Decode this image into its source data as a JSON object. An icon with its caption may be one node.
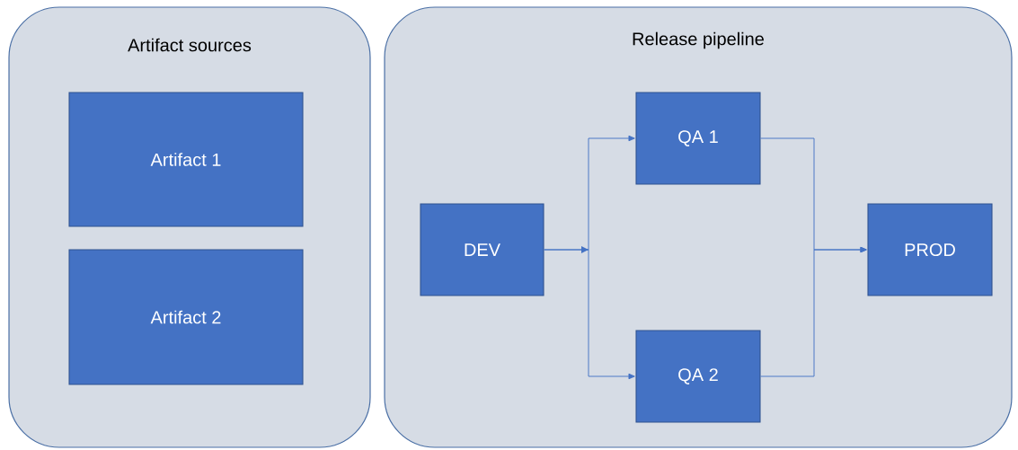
{
  "diagram": {
    "nodes": [
      {
        "text": [
          "Artifact sources"
        ]
      },
      {
        "text": [
          "Artifact 1"
        ],
        "in": 0
      },
      {
        "text": [
          "Artifact 2"
        ],
        "in": 0
      },
      {
        "text": [
          "Release pipeline"
        ]
      },
      {
        "text": [
          "DEV"
        ],
        "in": 3
      },
      {
        "text": [
          "QA 1"
        ],
        "in": 3
      },
      {
        "text": [
          "QA 2"
        ],
        "in": 3
      },
      {
        "text": [
          "PROD"
        ],
        "in": 3
      }
    ],
    "edges": [
      {
        "from": 4,
        "to": 5,
        "arrow": "to"
      },
      {
        "from": 4,
        "to": 6,
        "arrow": "to"
      },
      {
        "from": 5,
        "to": 7,
        "arrow": "to"
      },
      {
        "from": 6,
        "to": 7,
        "arrow": "to"
      }
    ]
  }
}
